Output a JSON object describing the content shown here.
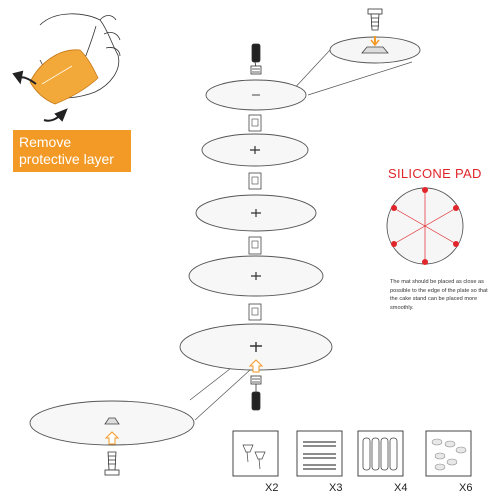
{
  "callout": {
    "text": "Remove protective layer"
  },
  "silicone_pad": {
    "title": "SILICONE PAD",
    "note": "The mat should be placed as close as possible to the edge of the plate so that the cake stand can be placed more smoothly.",
    "dot_color": "#e0262b"
  },
  "parts": [
    {
      "quantity": "X2"
    },
    {
      "quantity": "X3"
    },
    {
      "quantity": "X4"
    },
    {
      "quantity": "X6"
    }
  ],
  "colors": {
    "accent": "#f39a26",
    "pad_red": "#e0262b"
  }
}
